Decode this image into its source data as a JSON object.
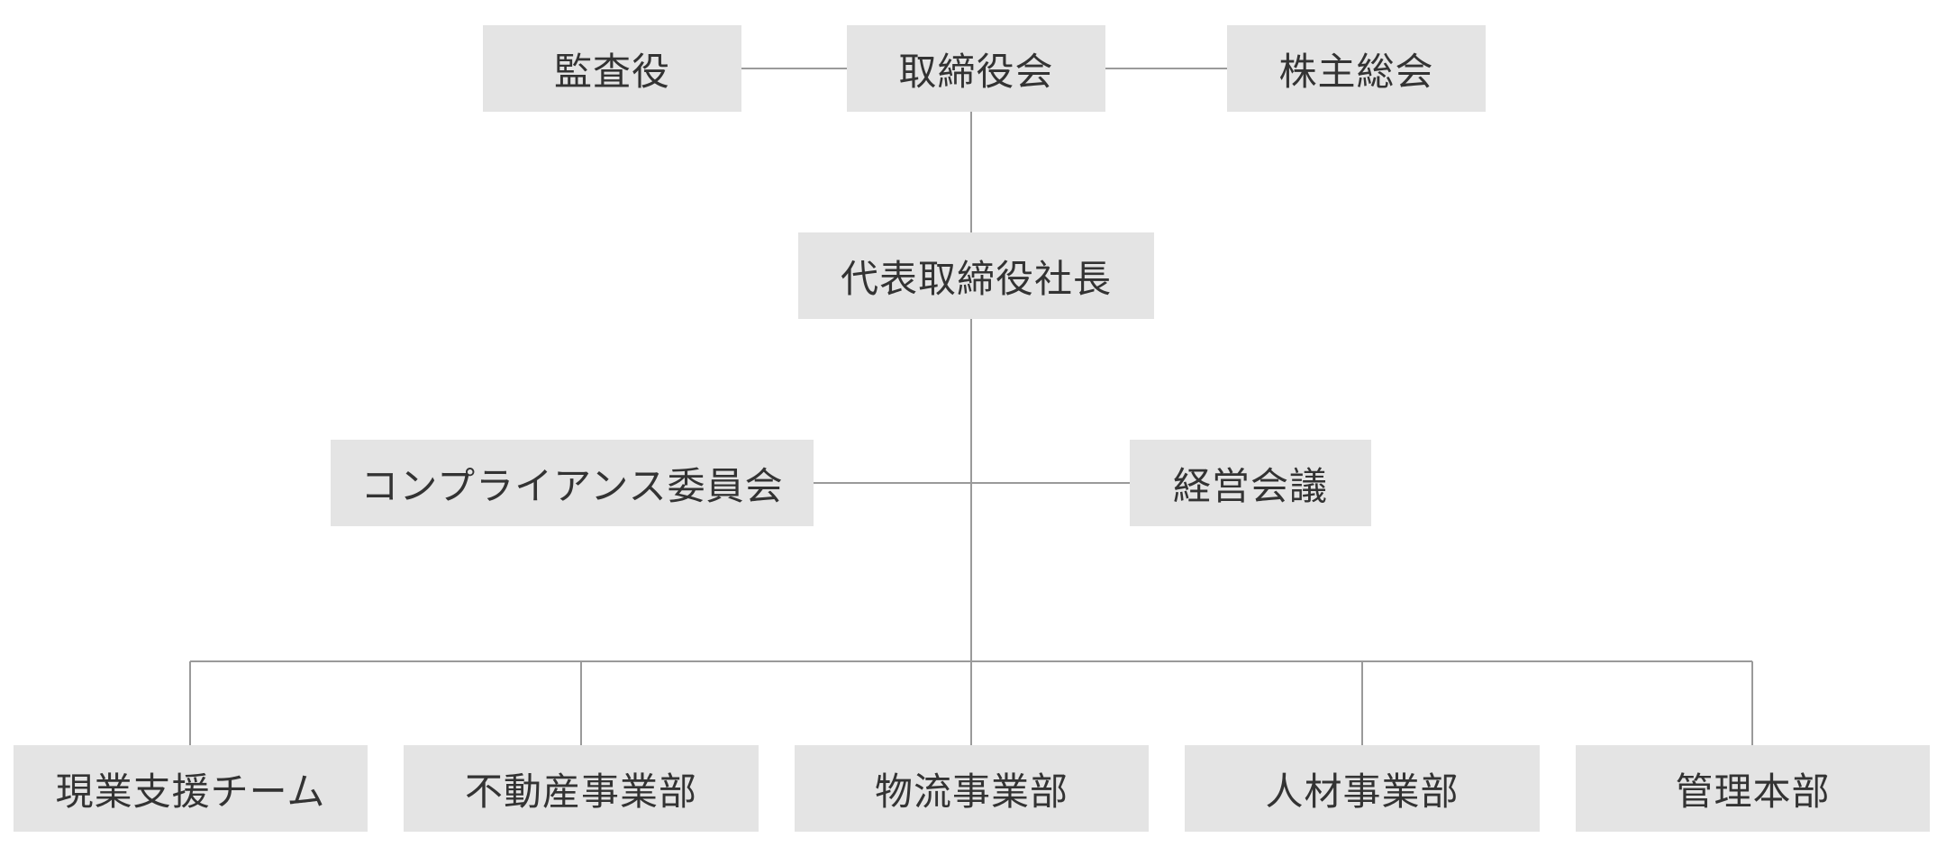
{
  "org_chart": {
    "top_row": {
      "audit": "監査役",
      "board": "取締役会",
      "shareholders": "株主総会"
    },
    "ceo": "代表取締役社長",
    "side": {
      "compliance": "コンプライアンス委員会",
      "management_meeting": "経営会議"
    },
    "departments": [
      "現業支援チーム",
      "不動産事業部",
      "物流事業部",
      "人材事業部",
      "管理本部"
    ]
  }
}
